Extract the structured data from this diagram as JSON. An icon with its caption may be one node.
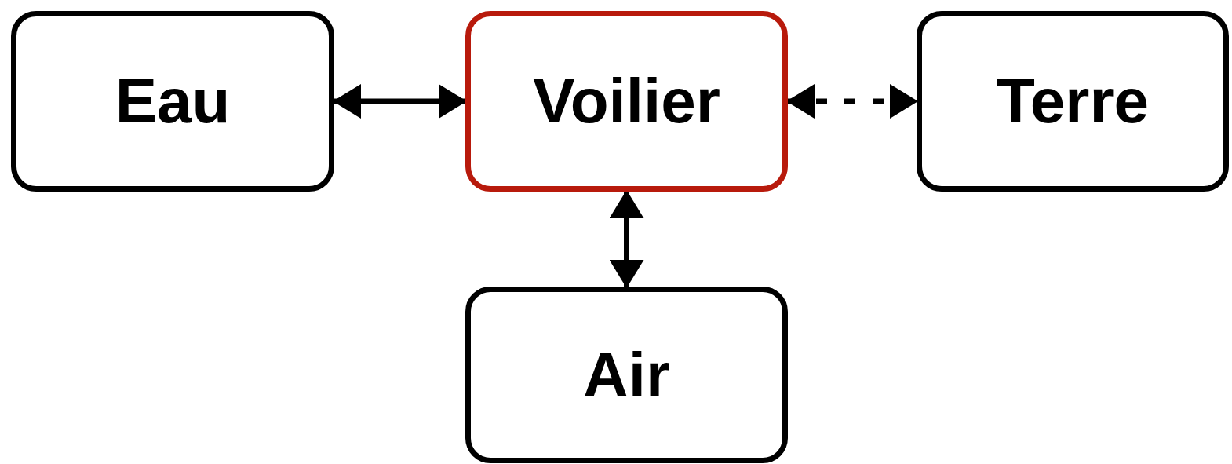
{
  "diagram": {
    "nodes": [
      {
        "text": [
          "Eau"
        ]
      },
      {
        "text": [
          "Voilier"
        ]
      },
      {
        "text": [
          "Terre"
        ]
      },
      {
        "text": [
          "Air"
        ]
      }
    ],
    "edges": [
      {
        "from": 0,
        "to": 1,
        "arrow": "both"
      },
      {
        "from": 1,
        "to": 2,
        "arrow": "both",
        "style": "dashed"
      },
      {
        "from": 1,
        "to": 3,
        "arrow": "both"
      }
    ]
  }
}
